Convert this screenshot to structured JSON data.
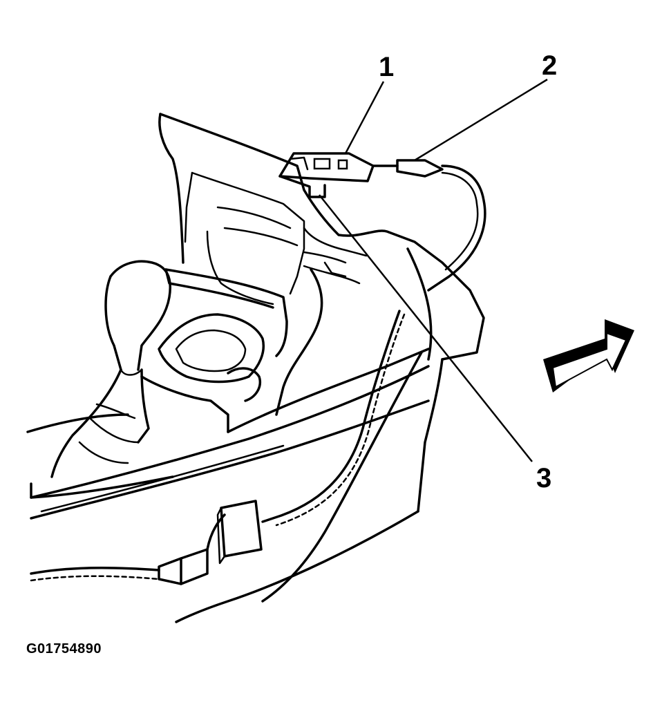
{
  "figure_id": "G01754890",
  "callouts": [
    {
      "number": "1"
    },
    {
      "number": "2"
    },
    {
      "number": "3"
    }
  ],
  "colors": {
    "line": "#000000",
    "background": "#ffffff"
  },
  "icons": [
    "direction-arrow-icon"
  ]
}
